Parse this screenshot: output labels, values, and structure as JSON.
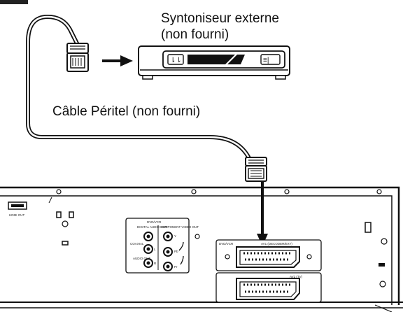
{
  "labels": {
    "external_tuner_line1": "Syntoniseur externe",
    "external_tuner_line2": "(non fourni)",
    "scart_cable": "Câble Péritel (non fourni)"
  },
  "recorder_panel": {
    "hdmi_out": "HDMI OUT",
    "dvd_vcr_group": "DVD/VCR",
    "digital_audio_out": "DIGITAL AUDIO OUT",
    "component_video_out": "COMPONENT VIDEO OUT",
    "coaxial": "COAXIAL",
    "audio_out": "AUDIO OUT",
    "jack_y": "Y",
    "jack_l": "L",
    "jack_r": "R",
    "jack_pb": "Pb",
    "jack_pr": "Pr",
    "av1_label": "AV1 (DECODER/EXT)",
    "av2_label": "AV2 (TV)",
    "dvd_vcr_scart": "DVD/VCR"
  },
  "tuner_display": {
    "left_mark": "⇂⇂",
    "right_mark": "≡|"
  }
}
